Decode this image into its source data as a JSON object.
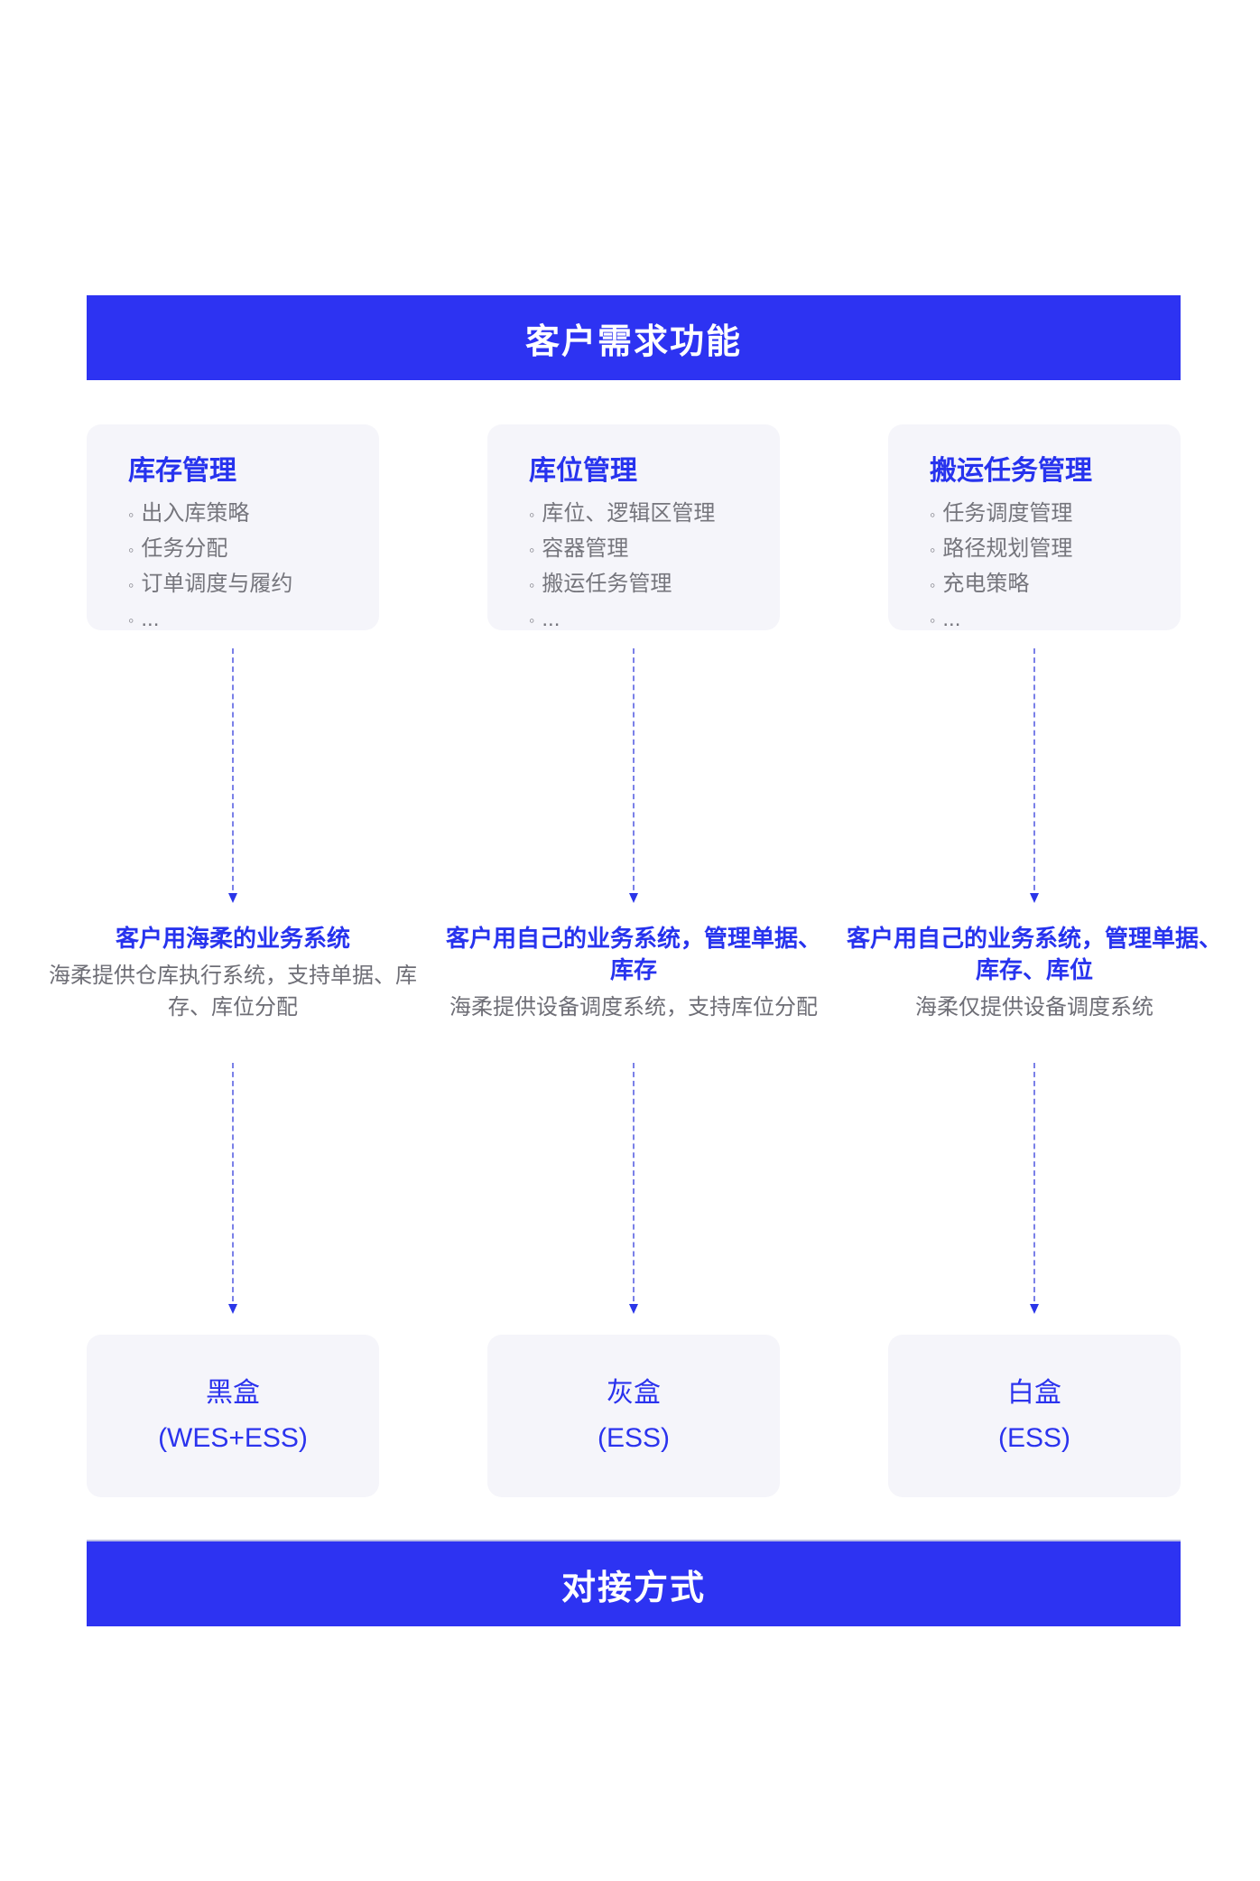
{
  "header_banner": {
    "title": "客户需求功能"
  },
  "footer_banner": {
    "title": "对接方式"
  },
  "glyphs": {
    "bullet": "◦"
  },
  "colors": {
    "banner_bg": "#2D33F2",
    "accent_blue": "#2733EE",
    "card_bg": "#F5F5FA",
    "body_gray": "#75757C",
    "arrow_line": "#7A80E8",
    "arrow_head": "#2B36E8"
  },
  "columns": [
    {
      "card": {
        "title": "库存管理",
        "items": [
          "出入库策略",
          "任务分配",
          "订单调度与履约",
          "..."
        ]
      },
      "middle": {
        "title": "客户用海柔的业务系统",
        "body": "海柔提供仓库执行系统，支持单据、库存、库位分配"
      },
      "result": {
        "line1": "黑盒",
        "line2": "(WES+ESS)"
      }
    },
    {
      "card": {
        "title": "库位管理",
        "items": [
          "库位、逻辑区管理",
          "容器管理",
          "搬运任务管理",
          "..."
        ]
      },
      "middle": {
        "title": "客户用自己的业务系统，管理单据、库存",
        "body": "海柔提供设备调度系统，支持库位分配"
      },
      "result": {
        "line1": "灰盒",
        "line2": "(ESS)"
      }
    },
    {
      "card": {
        "title": "搬运任务管理",
        "items": [
          "任务调度管理",
          "路径规划管理",
          "充电策略",
          "..."
        ]
      },
      "middle": {
        "title": "客户用自己的业务系统，管理单据、库存、库位",
        "body": "海柔仅提供设备调度系统"
      },
      "result": {
        "line1": "白盒",
        "line2": "(ESS)"
      }
    }
  ]
}
